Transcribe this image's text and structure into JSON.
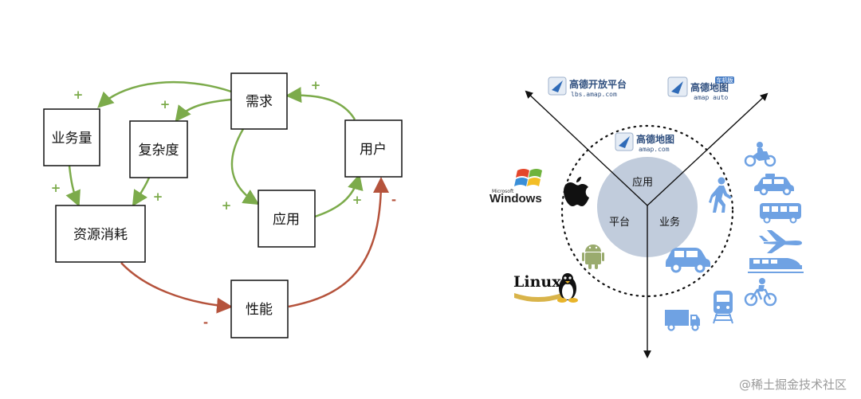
{
  "colors": {
    "green": "#7cab4b",
    "red": "#b5533c",
    "circle_fill": "#c1ccdc",
    "transport_blue": "#6fa2e3",
    "logo_blue": "#2f4f7f"
  },
  "left": {
    "nodes": {
      "demand": "需求",
      "business_volume": "业务量",
      "complexity": "复杂度",
      "user": "用户",
      "application": "应用",
      "resource": "资源消耗",
      "performance": "性能"
    },
    "signs": {
      "plus": "+",
      "minus": "-"
    }
  },
  "right": {
    "center": {
      "app": "应用",
      "platform": "平台",
      "business": "业务"
    },
    "logos": {
      "open_platform_name": "高德开放平台",
      "open_platform_url": "lbs.amap.com",
      "auto_name": "高德地图",
      "auto_sub": "amap auto",
      "auto_badge": "车机版",
      "amap_name": "高德地图",
      "amap_url": "amap.com",
      "windows_small": "Microsoft",
      "windows": "Windows",
      "linux": "Linux"
    },
    "icons": [
      "apple-icon",
      "android-icon",
      "linux-tux-icon",
      "windows-flag-icon",
      "motorcycle-icon",
      "taxi-icon",
      "bus-icon",
      "airplane-icon",
      "high-speed-train-icon",
      "bicycle-icon",
      "metro-icon",
      "truck-icon",
      "car-icon",
      "walking-person-icon"
    ]
  },
  "watermark": "@稀土掘金技术社区"
}
